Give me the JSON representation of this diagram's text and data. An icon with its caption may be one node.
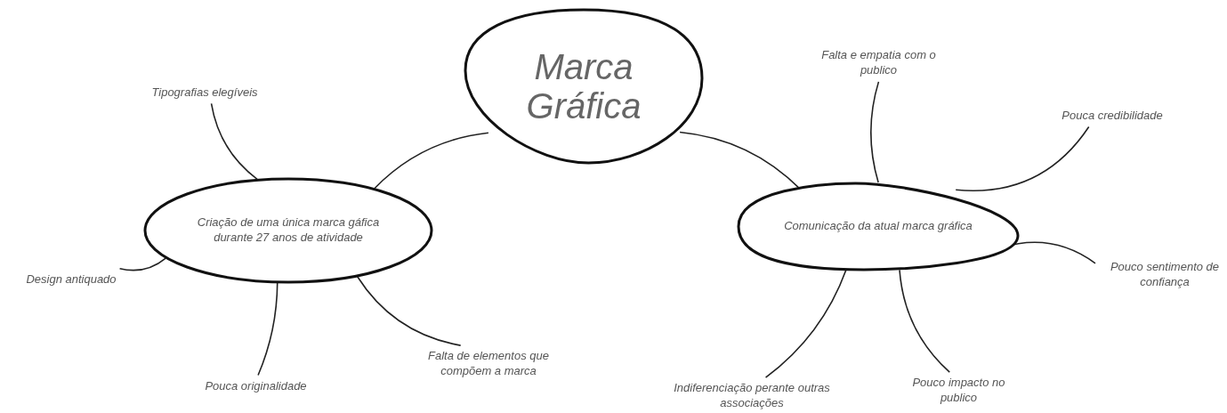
{
  "diagram": {
    "nodes": [
      {
        "text": [
          "Marca Gráfica"
        ]
      },
      {
        "text": [
          "Criação de uma única marca gáfica durante 27 anos de atividade"
        ]
      },
      {
        "text": [
          "Comunicação da atual marca gráfica"
        ]
      },
      {
        "text": [
          "Tipografias elegíveis"
        ]
      },
      {
        "text": [
          "Design antiquado"
        ]
      },
      {
        "text": [
          "Pouca originalidade"
        ]
      },
      {
        "text": [
          "Falta de elementos que compõem a marca"
        ]
      },
      {
        "text": [
          "Falta e empatia com o publico"
        ]
      },
      {
        "text": [
          "Pouca credibilidade"
        ]
      },
      {
        "text": [
          "Pouco sentimento de confiança"
        ]
      },
      {
        "text": [
          "Pouco impacto no publico"
        ]
      },
      {
        "text": [
          "Indiferenciação perante outras associações"
        ]
      }
    ],
    "edges": [
      {
        "from": 0,
        "to": 1,
        "arrow": "none"
      },
      {
        "from": 0,
        "to": 2,
        "arrow": "none"
      },
      {
        "from": 3,
        "to": 1,
        "arrow": "none"
      },
      {
        "from": 4,
        "to": 1,
        "arrow": "none"
      },
      {
        "from": 5,
        "to": 1,
        "arrow": "none"
      },
      {
        "from": 6,
        "to": 1,
        "arrow": "none"
      },
      {
        "from": 7,
        "to": 2,
        "arrow": "none"
      },
      {
        "from": 8,
        "to": 2,
        "arrow": "none"
      },
      {
        "from": 9,
        "to": 2,
        "arrow": "none"
      },
      {
        "from": 10,
        "to": 2,
        "arrow": "none"
      },
      {
        "from": 11,
        "to": 2,
        "arrow": "none"
      }
    ]
  }
}
